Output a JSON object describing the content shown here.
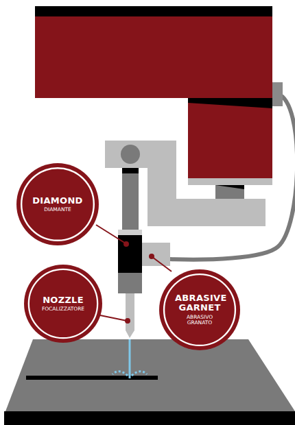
{
  "diagram": {
    "nodes": [
      {
        "text": [
          "DIAMOND",
          "DIAMANTE"
        ]
      },
      {
        "text": [
          "NOZZLE",
          "FOCALIZZATORE"
        ]
      },
      {
        "text": [
          "ABRASIVE GARNET",
          "ABRASIVO GRANATO"
        ]
      }
    ]
  }
}
